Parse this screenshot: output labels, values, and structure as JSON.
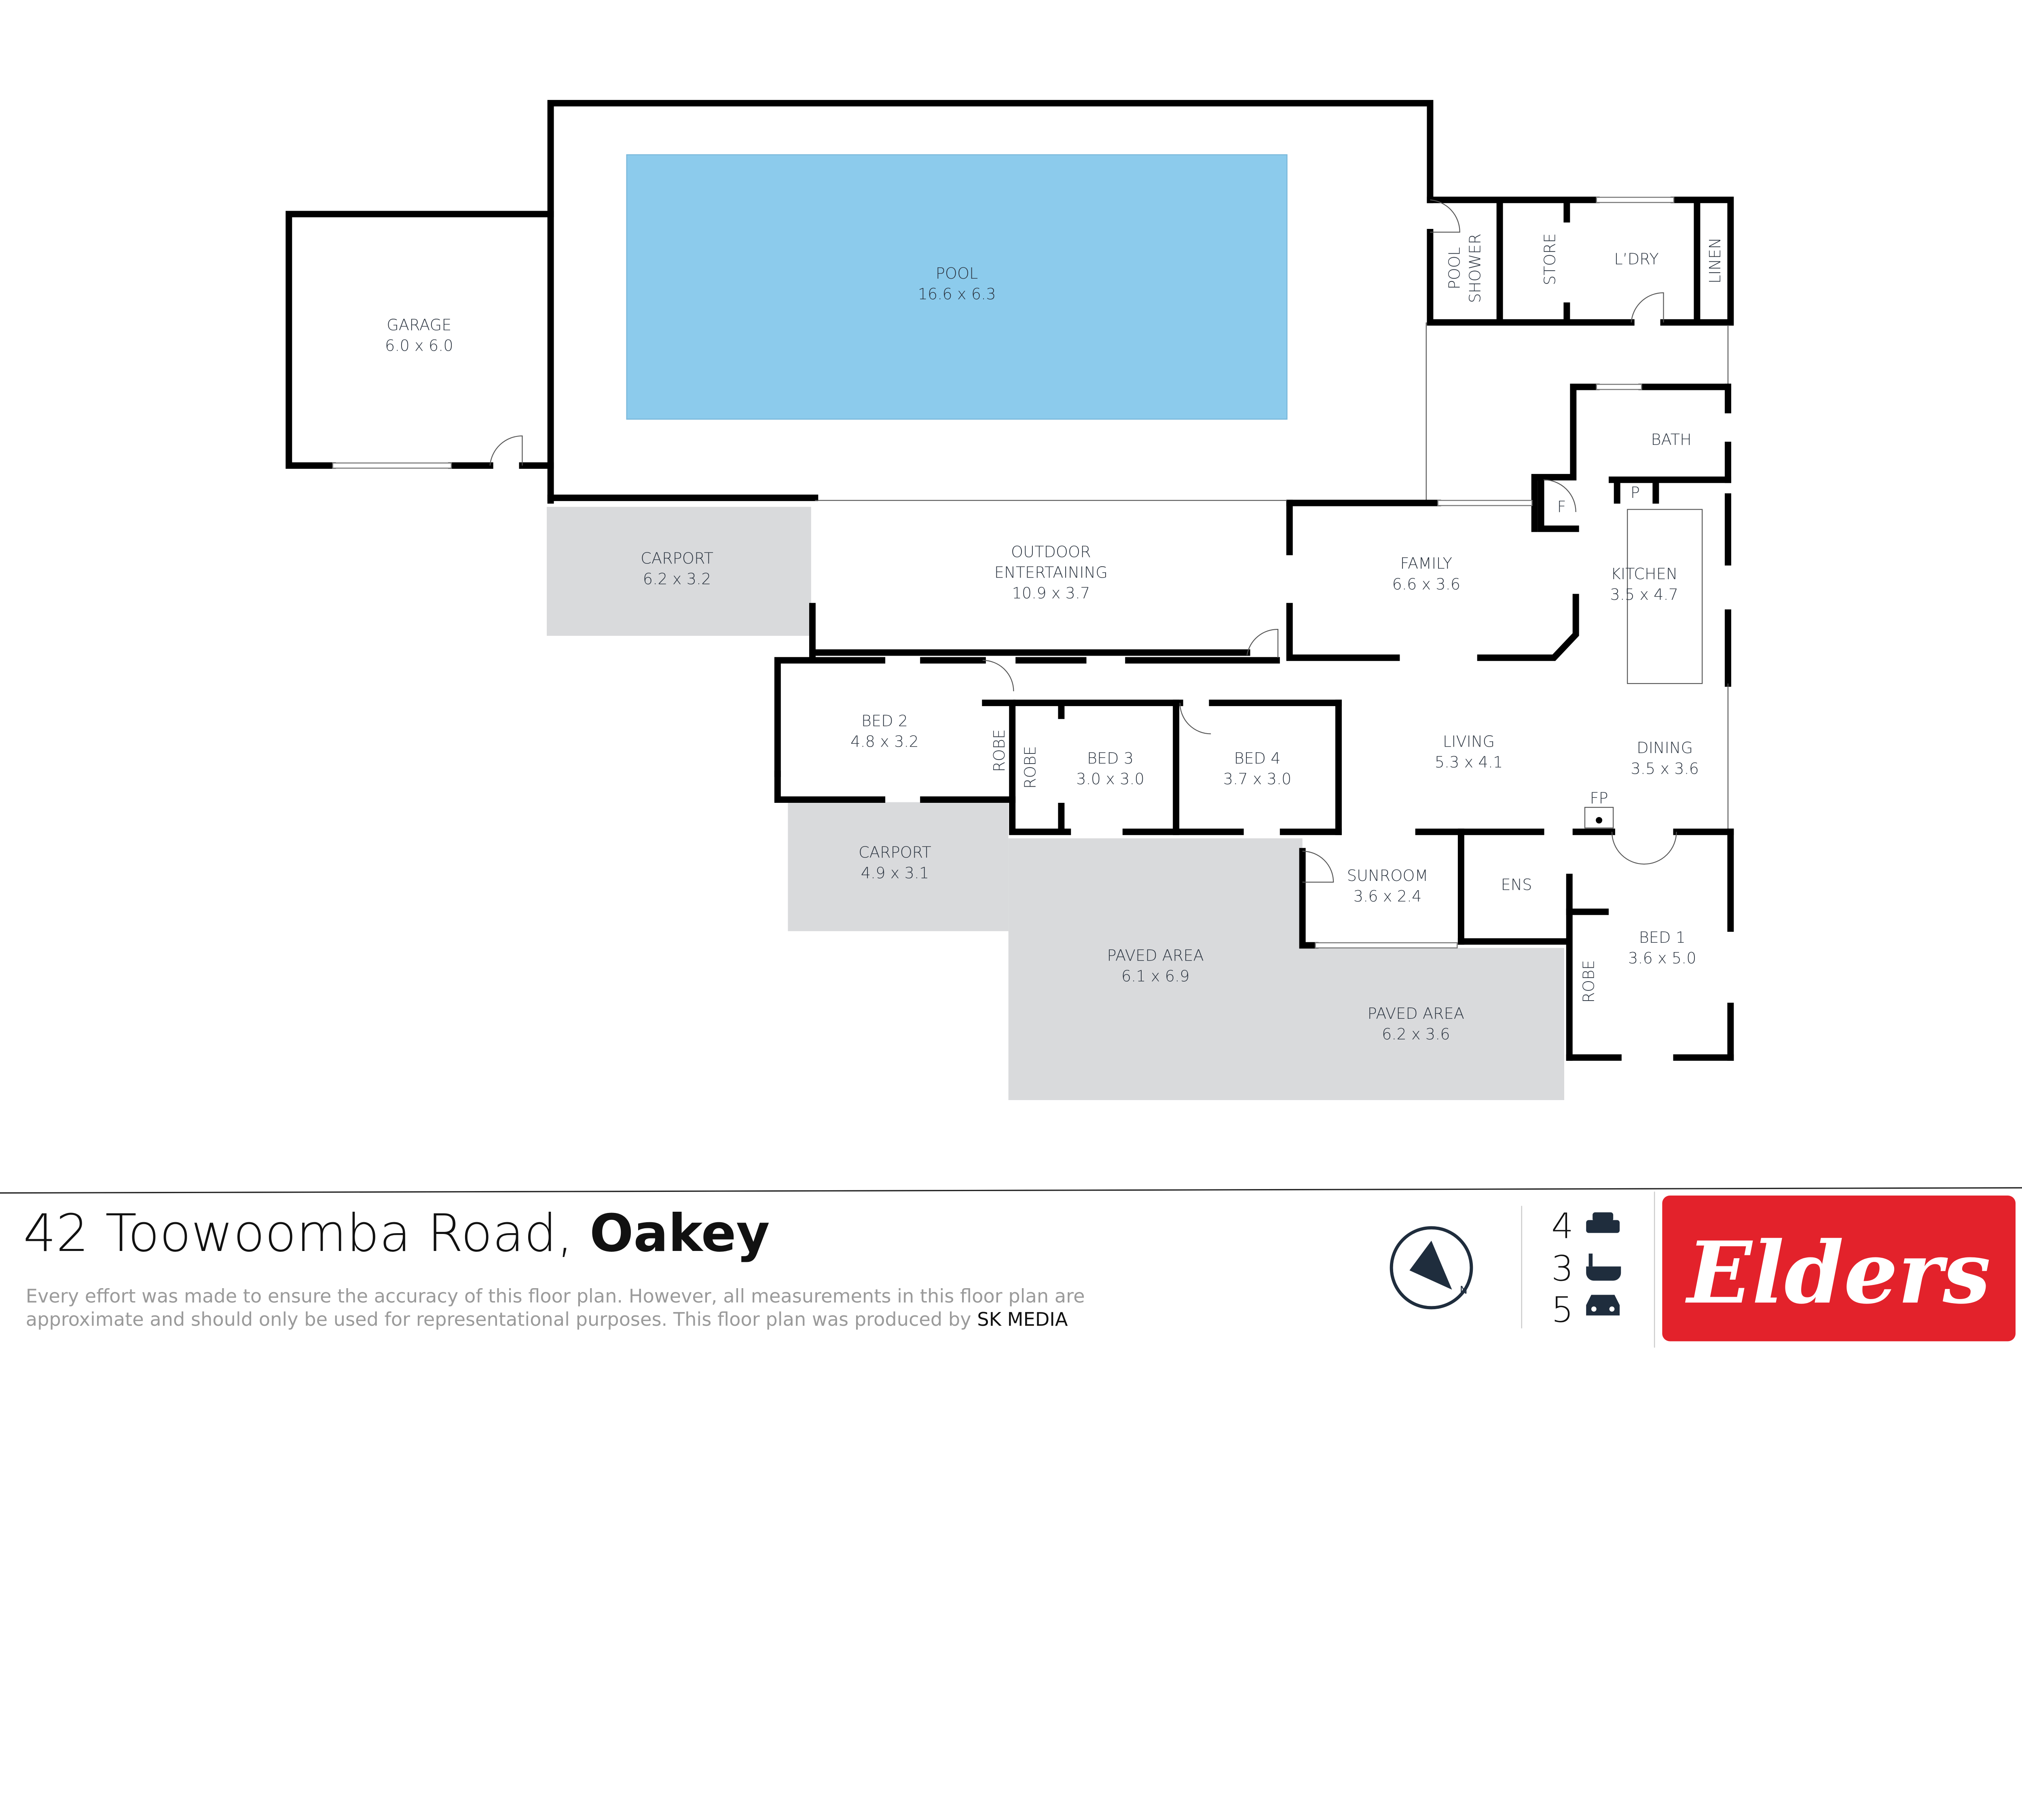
{
  "rooms": {
    "pool": {
      "name": "POOL",
      "size": "16.6 x 6.3"
    },
    "garage": {
      "name": "GARAGE",
      "size": "6.0 x 6.0"
    },
    "carport1": {
      "name": "CARPORT",
      "size": "6.2 x 3.2"
    },
    "outdoor": {
      "name1": "OUTDOOR",
      "name2": "ENTERTAINING",
      "size": "10.9 x 3.7"
    },
    "family": {
      "name": "FAMILY",
      "size": "6.6 x 3.6"
    },
    "kitchen": {
      "name": "KITCHEN",
      "size": "3.5 x 4.7"
    },
    "bed2": {
      "name": "BED 2",
      "size": "4.8 x 3.2"
    },
    "robe_bed2": {
      "name": "ROBE"
    },
    "robe_bed3": {
      "name": "ROBE"
    },
    "bed3": {
      "name": "BED 3",
      "size": "3.0 x 3.0"
    },
    "bed4": {
      "name": "BED 4",
      "size": "3.7 x 3.0"
    },
    "living": {
      "name": "LIVING",
      "size": "5.3 x 4.1"
    },
    "dining": {
      "name": "DINING",
      "size": "3.5 x 3.6"
    },
    "fp": {
      "name": "FP"
    },
    "carport2": {
      "name": "CARPORT",
      "size": "4.9 x 3.1"
    },
    "sunroom": {
      "name": "SUNROOM",
      "size": "3.6 x 2.4"
    },
    "ens": {
      "name": "ENS"
    },
    "bed1": {
      "name": "BED 1",
      "size": "3.6 x 5.0"
    },
    "robe_bed1": {
      "name": "ROBE"
    },
    "paved1": {
      "name": "PAVED AREA",
      "size": "6.1 x 6.9"
    },
    "paved2": {
      "name": "PAVED AREA",
      "size": "6.2 x 3.6"
    },
    "bath": {
      "name": "BATH"
    },
    "fridge": {
      "name": "F"
    },
    "pantry": {
      "name": "P"
    },
    "pool_shower": {
      "name1": "POOL",
      "name2": "SHOWER"
    },
    "store": {
      "name": "STORE"
    },
    "laundry": {
      "name": "L’DRY"
    },
    "linen": {
      "name": "LINEN"
    }
  },
  "footer": {
    "address": "42 Toowoomba Road, ",
    "suburb": "Oakey",
    "disclaimer_line1": "Every effort was made to ensure the accuracy of this floor plan. However, all measurements in this floor plan are",
    "disclaimer_line2": "approximate and should only be used for representational purposes. This floor plan was produced by ",
    "producer": "SK MEDIA",
    "compass_label": "N",
    "bedrooms": "4",
    "bathrooms": "3",
    "car_spaces": "5",
    "brand": "Elders"
  },
  "colors": {
    "pool": "#8ccbec",
    "paved": "#d9dadc",
    "brand_red": "#e3222b",
    "icon": "#1f2d3d"
  }
}
